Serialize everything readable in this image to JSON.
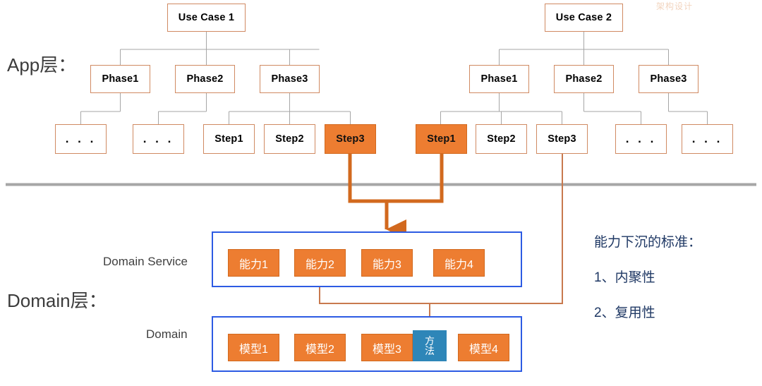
{
  "diagram": {
    "title_watermark": "架构设计",
    "layers": {
      "app": {
        "caption": "App层："
      },
      "domain": {
        "caption": "Domain层："
      }
    },
    "colors": {
      "orange_fill": "#ED7D31",
      "orange_border": "#D08A62",
      "blue_container": "#2D5BE3",
      "blue_method": "#2E86B8",
      "divider_gray": "#A6A6A6",
      "note_navy": "#1F3864"
    },
    "trees": [
      {
        "root": "Use Case 1",
        "phases": [
          "Phase1",
          "Phase2",
          "Phase3"
        ],
        "steps": [
          ". . .",
          ". . .",
          "Step1",
          "Step2",
          "Step3"
        ],
        "highlighted_steps": [
          "Step3"
        ]
      },
      {
        "root": "Use Case 2",
        "phases": [
          "Phase1",
          "Phase2",
          "Phase3"
        ],
        "steps": [
          "Step1",
          "Step2",
          "Step3",
          ". . .",
          ". . ."
        ],
        "highlighted_steps": [
          "Step1"
        ]
      }
    ],
    "domain_service": {
      "label": "Domain Service",
      "items": [
        "能力1",
        "能力2",
        "能力3",
        "能力4"
      ],
      "arrow_target": "能力3"
    },
    "domain": {
      "label": "Domain",
      "items": [
        "模型1",
        "模型2",
        "模型3",
        "模型4"
      ],
      "method_chip": {
        "line1": "方",
        "line2": "法"
      },
      "arrow_target": "方法"
    },
    "notes": {
      "title": "能力下沉的标准：",
      "item1": "1、内聚性",
      "item2": "2、复用性"
    }
  }
}
